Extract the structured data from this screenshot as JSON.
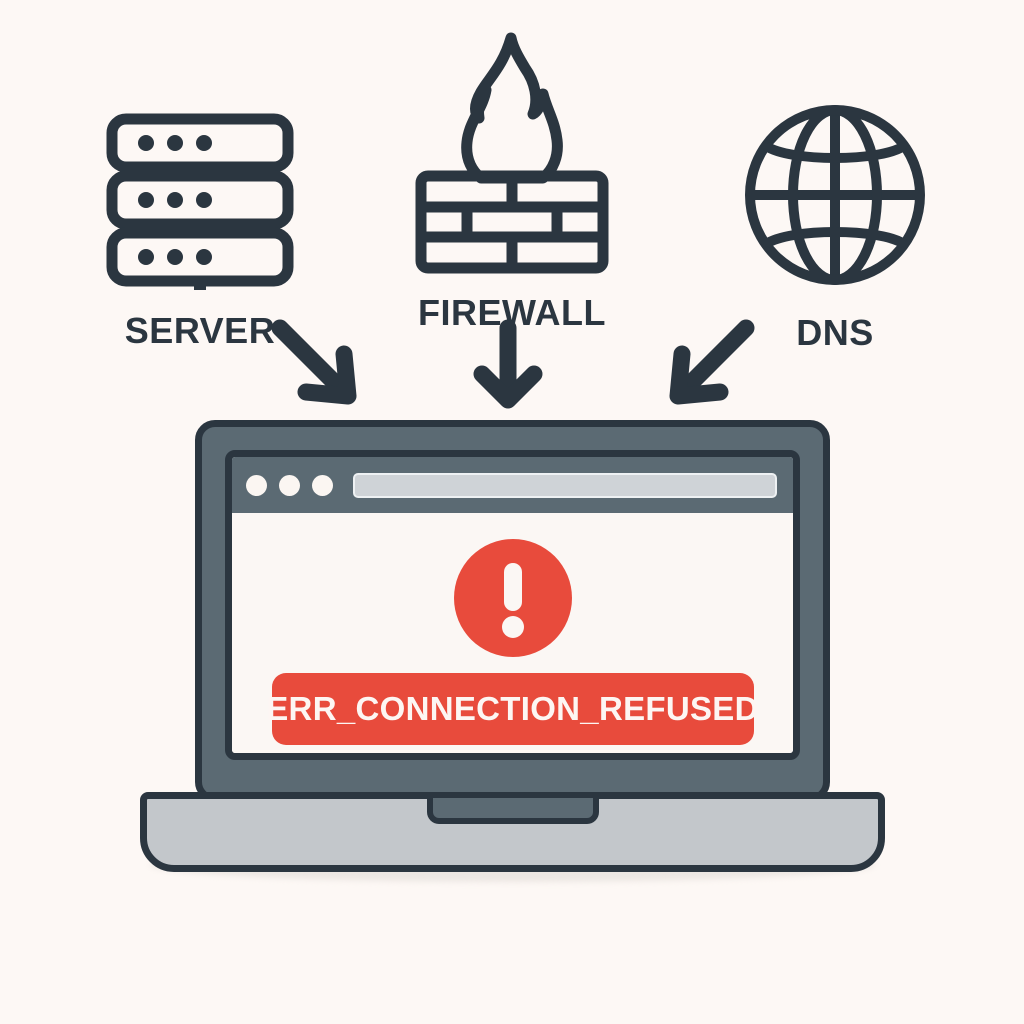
{
  "theme": {
    "background": "#fdf8f5",
    "ink": "#2b3640",
    "bezel": "#5b6a73",
    "base": "#c3c7cb",
    "error_red": "#e84b3c",
    "screen": "#fbf7f4",
    "address_bar": "#cfd3d7"
  },
  "nodes": [
    {
      "id": "server",
      "label": "SERVER",
      "icon": "server-icon"
    },
    {
      "id": "firewall",
      "label": "FIREWALL",
      "icon": "firewall-icon"
    },
    {
      "id": "dns",
      "label": "DNS",
      "icon": "globe-icon"
    }
  ],
  "arrows": [
    {
      "id": "server-arrow",
      "icon": "arrow-down-right-icon",
      "direction": "down-right"
    },
    {
      "id": "firewall-arrow",
      "icon": "arrow-down-icon",
      "direction": "down"
    },
    {
      "id": "dns-arrow",
      "icon": "arrow-down-left-icon",
      "direction": "down-left"
    }
  ],
  "laptop": {
    "browser": {
      "window_dots": [
        "dot-red",
        "dot-yellow",
        "dot-green"
      ],
      "address_bar_value": "",
      "address_bar_placeholder": ""
    },
    "page": {
      "error_icon": "error-exclamation-icon",
      "error_code": "ERR_CONNECTION_REFUSED"
    }
  }
}
